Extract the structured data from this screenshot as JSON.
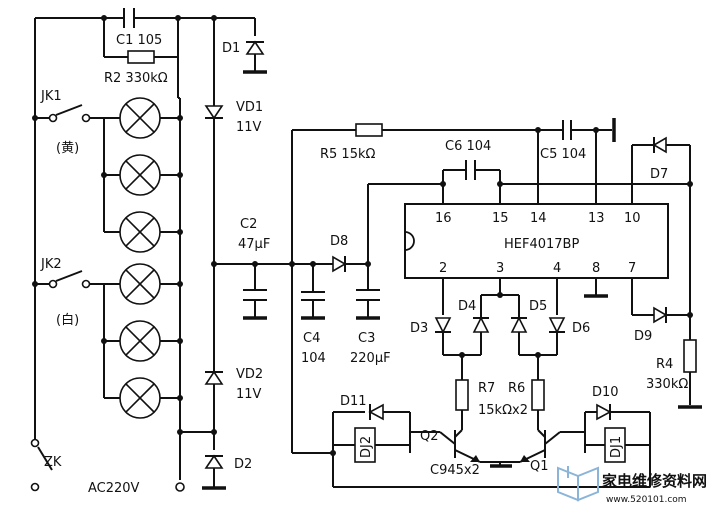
{
  "labels": {
    "c1": "C1  105",
    "r2": "R2  330kΩ",
    "d1": "D1",
    "vd1": "VD1",
    "vd1_v": "11V",
    "jk1": "JK1",
    "huang": "(黄)",
    "jk2": "JK2",
    "bai": "(白)",
    "zk": "ZK",
    "ac": "AC220V",
    "vd2": "VD2",
    "vd2_v": "11V",
    "d2": "D2",
    "c2": "C2",
    "c2_v": "47μF",
    "r5": "R5  15kΩ",
    "c6": "C6  104",
    "c5": "C5  104",
    "d7": "D7",
    "d8": "D8",
    "c4": "C4",
    "c4_v": "104",
    "c3": "C3",
    "c3_v": "220μF",
    "ic": "HEF4017BP",
    "pin16": "16",
    "pin15": "15",
    "pin14": "14",
    "pin13": "13",
    "pin10": "10",
    "pin2": "2",
    "pin3": "3",
    "pin4": "4",
    "pin8": "8",
    "pin7": "7",
    "d3": "D3",
    "d4": "D4",
    "d5": "D5",
    "d6": "D6",
    "d9": "D9",
    "r4": "R4",
    "r4_v": "330kΩ",
    "r7": "R7",
    "r6": "R6",
    "r67_v": "15kΩx2",
    "d11": "D11",
    "d10": "D10",
    "dj2": "DJ2",
    "dj1": "DJ1",
    "q2": "Q2",
    "q1": "Q1",
    "c945": "C945x2"
  },
  "watermark": {
    "title": "家电维修资料网",
    "url": "www.520101.com"
  },
  "colors": {
    "ink": "#111111",
    "watermark": "#8ab4d8"
  }
}
